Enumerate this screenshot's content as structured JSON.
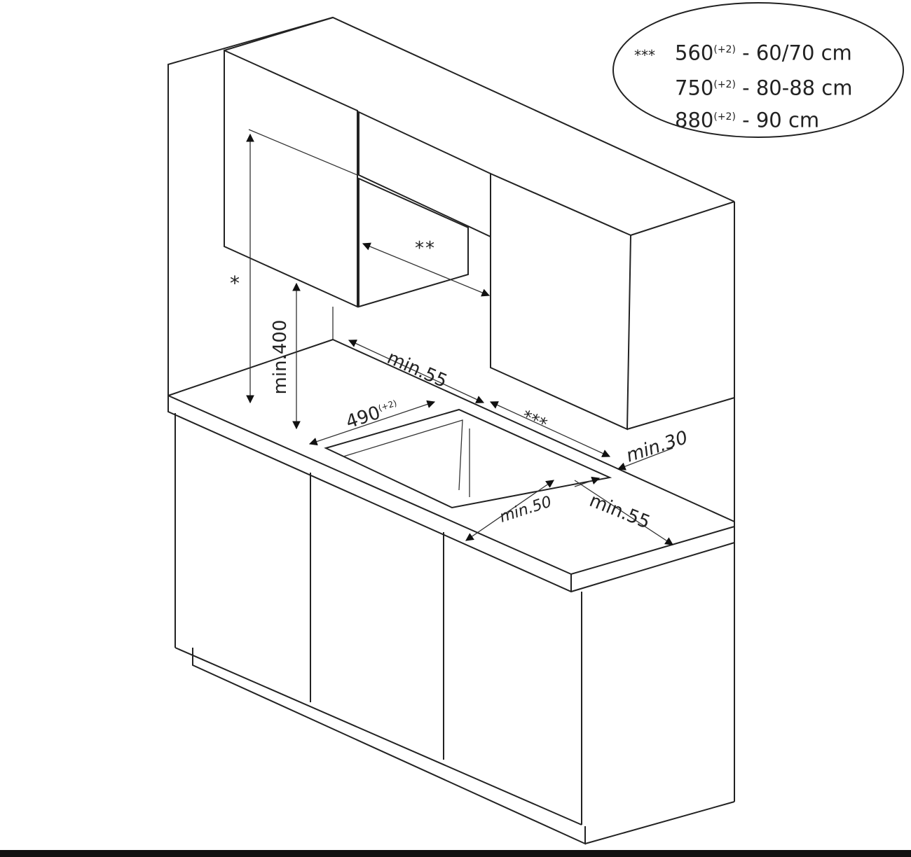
{
  "legend": {
    "lines": [
      {
        "prefix": "***",
        "value": "560",
        "tol": "(+2)",
        "size": "- 60/70 cm"
      },
      {
        "prefix": "",
        "value": "750",
        "tol": "(+2)",
        "size": "- 80-88 cm"
      },
      {
        "prefix": "",
        "value": "880",
        "tol": "(+2)",
        "size": "- 90 cm"
      }
    ]
  },
  "labels": {
    "star1": "*",
    "star2": "**",
    "star3": "***",
    "min400": "min.400",
    "min55_back": "min.55",
    "cutout": "490",
    "cutout_tol": "(+2)",
    "min30": "min.30",
    "min50": "min.50",
    "min55_front": "min.55"
  }
}
